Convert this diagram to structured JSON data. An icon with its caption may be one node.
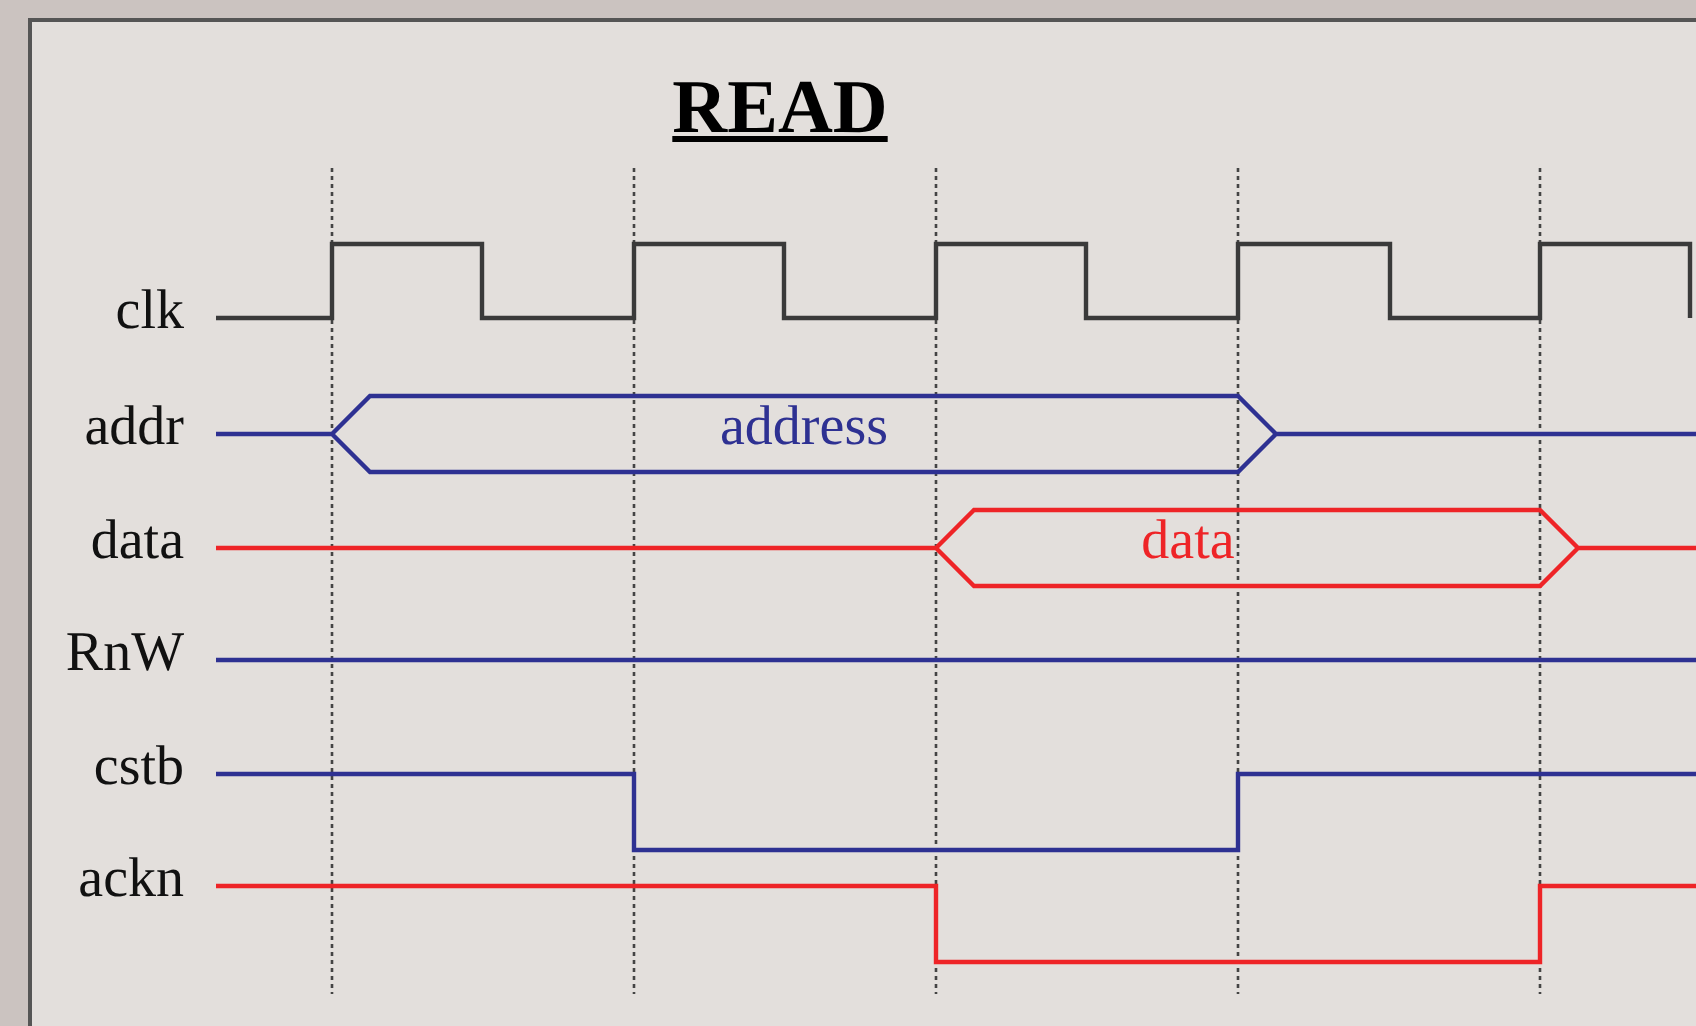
{
  "diagram": {
    "title": "READ",
    "labels": [
      "clk",
      "addr",
      "address",
      "data",
      "data",
      "RnW",
      "cstb",
      "ackn"
    ]
  }
}
